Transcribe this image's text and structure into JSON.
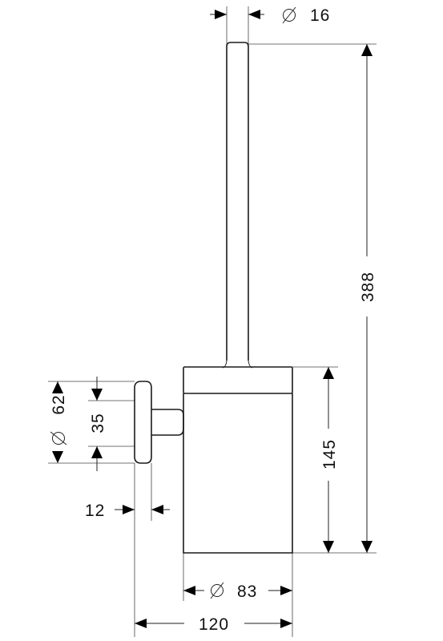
{
  "dimensions": {
    "handle_diameter": "16",
    "total_height": "388",
    "holder_height": "145",
    "rosette_diameter": "62",
    "rosette_offset": "35",
    "wall_distance": "12",
    "holder_diameter": "83",
    "total_depth": "120",
    "diameter_symbol": "∅"
  }
}
